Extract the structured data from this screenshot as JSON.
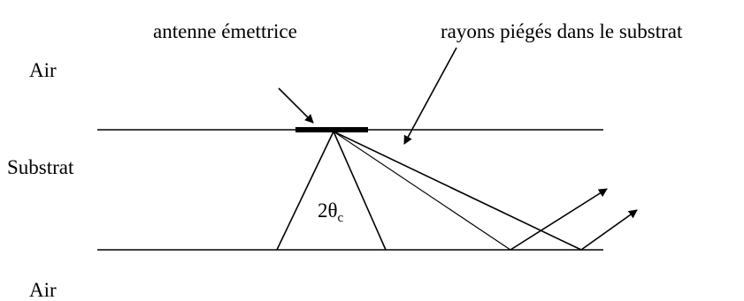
{
  "labels": {
    "antenna": "antenne émettrice",
    "trapped_rays": "rayons piégés dans le substrat",
    "air_top": "Air",
    "substrate": "Substrat",
    "air_bottom": "Air",
    "angle_prefix": "2θ",
    "angle_subscript": "c"
  },
  "colors": {
    "ink": "#000000",
    "background": "#ffffff"
  }
}
